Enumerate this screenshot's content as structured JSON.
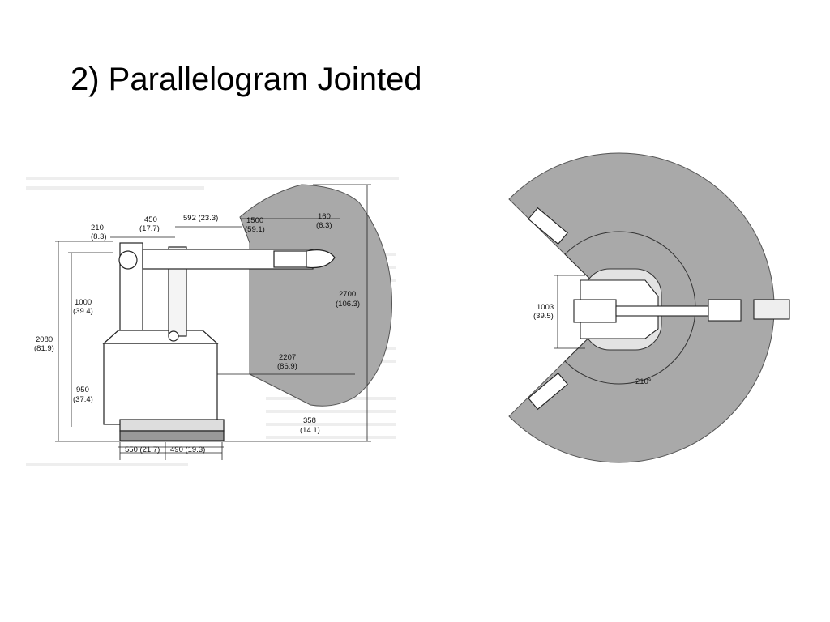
{
  "title": "2) Parallelogram Jointed",
  "side_view": {
    "dims": {
      "d210": "210",
      "d210_in": "(8.3)",
      "d450": "450",
      "d450_in": "(17.7)",
      "d592": "592 (23.3)",
      "d1500": "1500",
      "d1500_in": "(59.1)",
      "d160": "160",
      "d160_in": "(6.3)",
      "d1000": "1000",
      "d1000_in": "(39.4)",
      "d2080": "2080",
      "d2080_in": "(81.9)",
      "d2700": "2700",
      "d2700_in": "(106.3)",
      "d2207": "2207",
      "d2207_in": "(86.9)",
      "d950": "950",
      "d950_in": "(37.4)",
      "d358": "358",
      "d358_in": "(14.1)",
      "d550": "550 (21.7)",
      "d490": "490 (19.3)"
    }
  },
  "top_view": {
    "dims": {
      "d1003": "1003",
      "d1003_in": "(39.5)",
      "angle": "210°"
    }
  },
  "colors": {
    "envelope": "#a9a9a9",
    "inner": "#e3e3e3",
    "line": "#222222"
  }
}
